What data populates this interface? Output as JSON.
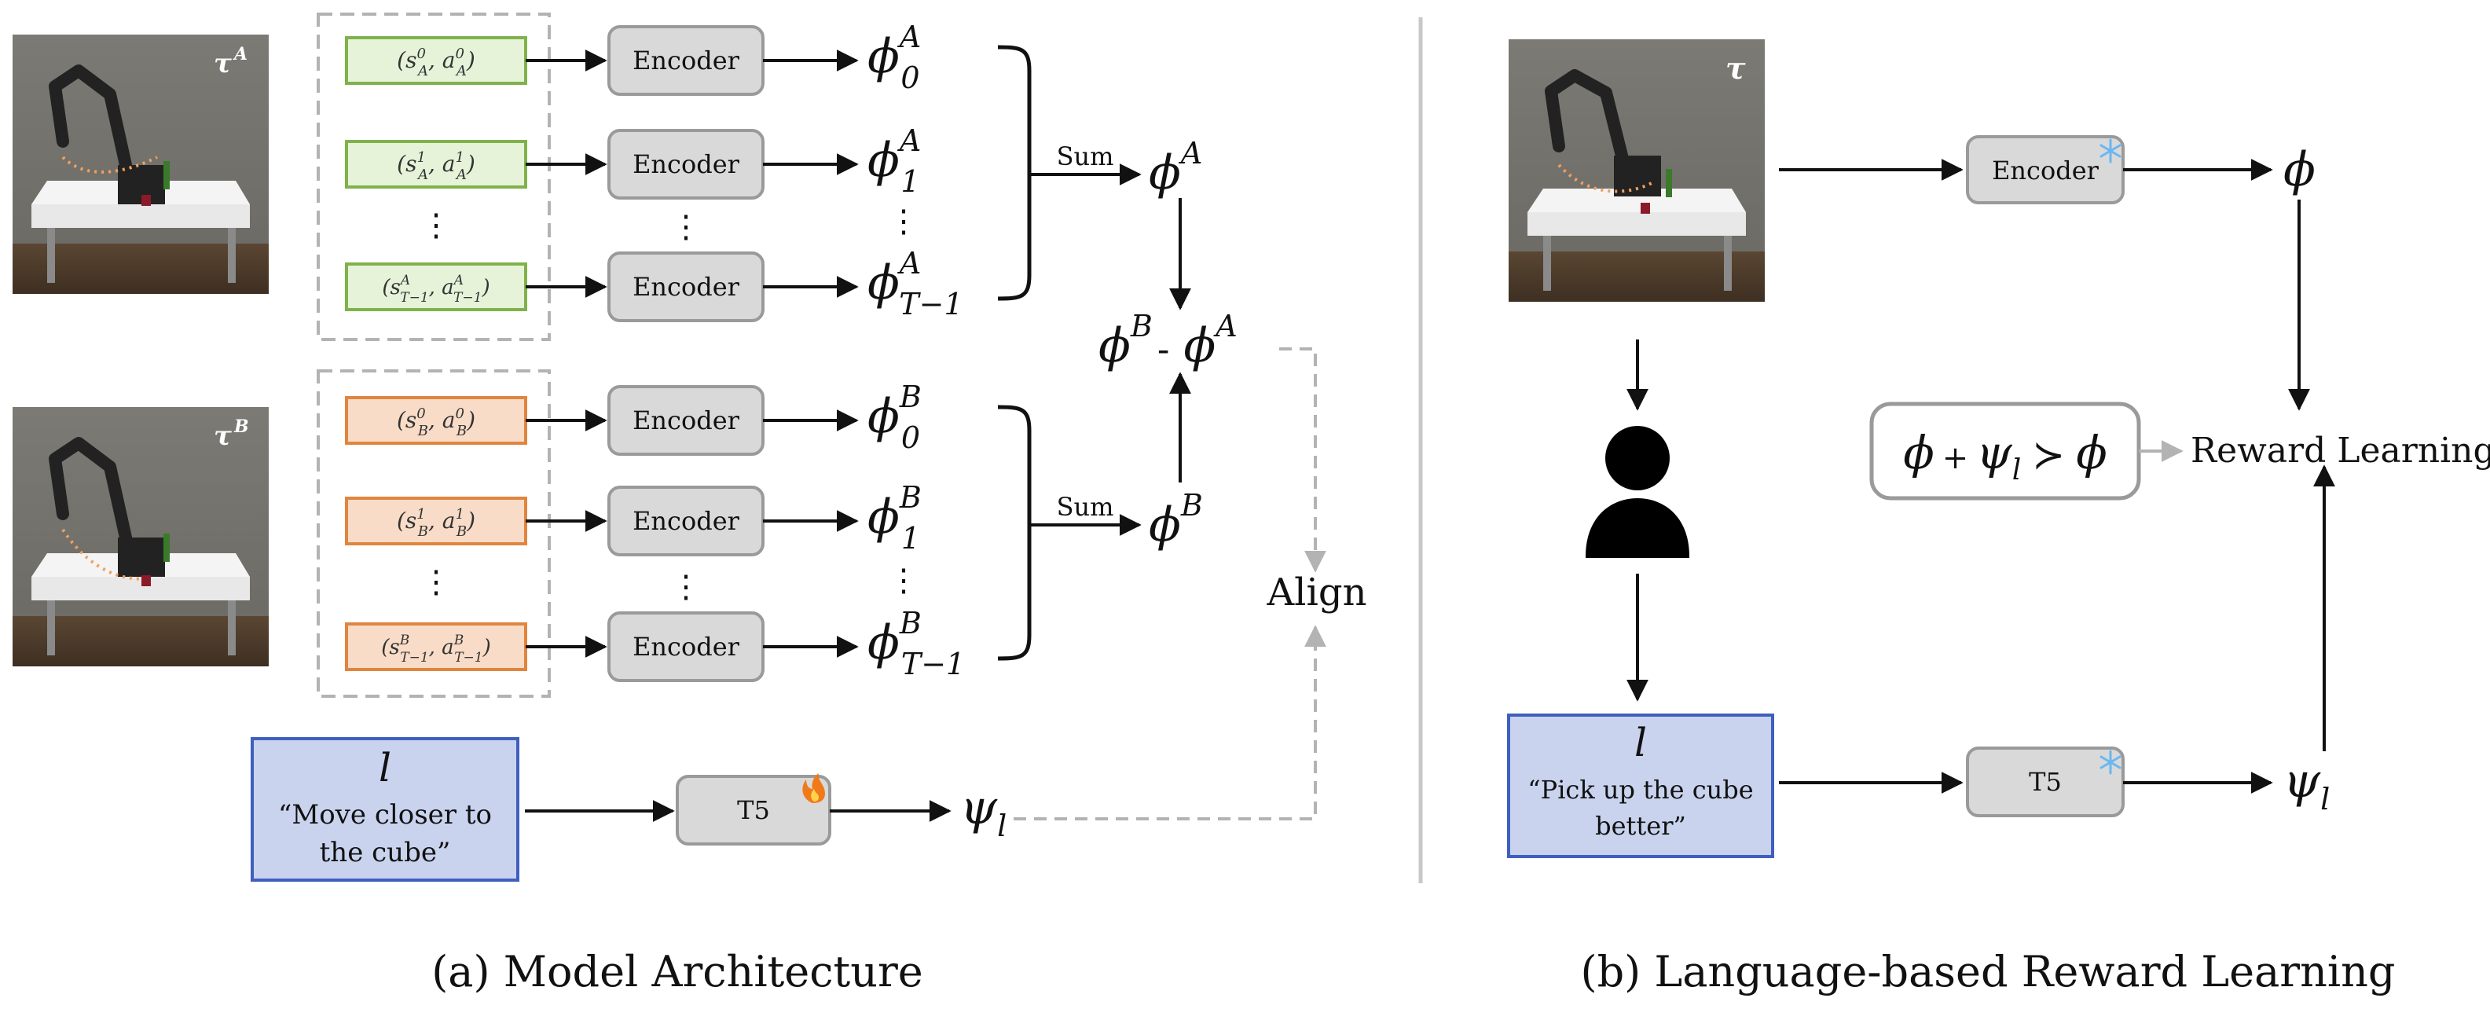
{
  "panel_a": {
    "caption": "(a) Model Architecture",
    "traj_a_label": "τ",
    "traj_a_sup": "A",
    "traj_b_label": "τ",
    "traj_b_sup": "B",
    "encoder_label": "Encoder",
    "sum_label": "Sum",
    "t5_label": "T5",
    "align_label": "Align",
    "language_var": "l",
    "language_text_line1": "“Move closer to",
    "language_text_line2": "the cube”",
    "psi_symbol": "ψ",
    "psi_sub": "l",
    "phi_symbol": "ϕ",
    "traj_a_pairs": [
      {
        "s_sup": "0",
        "s_sub": "A",
        "a_sup": "0",
        "a_sub": "A"
      },
      {
        "s_sup": "1",
        "s_sub": "A",
        "a_sup": "1",
        "a_sub": "A"
      },
      {
        "s_sup": "A",
        "s_sub": "T−1",
        "a_sup": "A",
        "a_sub": "T−1"
      }
    ],
    "traj_b_pairs": [
      {
        "s_sup": "0",
        "s_sub": "B",
        "a_sup": "0",
        "a_sub": "B"
      },
      {
        "s_sup": "1",
        "s_sub": "B",
        "a_sup": "1",
        "a_sub": "B"
      },
      {
        "s_sup": "B",
        "s_sub": "T−1",
        "a_sup": "B",
        "a_sub": "T−1"
      }
    ],
    "phi_a_outputs": [
      {
        "sup": "A",
        "sub": "0"
      },
      {
        "sup": "A",
        "sub": "1"
      },
      {
        "sup": "A",
        "sub": "T−1"
      }
    ],
    "phi_b_outputs": [
      {
        "sup": "B",
        "sub": "0"
      },
      {
        "sup": "B",
        "sub": "1"
      },
      {
        "sup": "B",
        "sub": "T−1"
      }
    ],
    "phi_a_sum_sup": "A",
    "phi_b_sum_sup": "B",
    "diff_left_sup": "B",
    "diff_minus": "-",
    "diff_right_sup": "A",
    "vertical_dots": "⋮"
  },
  "panel_b": {
    "caption": "(b) Language-based Reward Learning",
    "traj_label": "τ",
    "encoder_label": "Encoder",
    "t5_label": "T5",
    "reward_learning_label": "Reward Learning",
    "language_var": "l",
    "language_text_line1": "“Pick up the cube",
    "language_text_line2": "better”",
    "phi_symbol": "ϕ",
    "psi_symbol": "ψ",
    "psi_sub": "l",
    "pref_plus": "+",
    "pref_succ": "≻"
  },
  "colors": {
    "green_fill": "#e6f3d9",
    "green_border": "#7fb24a",
    "orange_fill": "#f9dcc7",
    "orange_border": "#e0853f",
    "lang_fill": "#c9d3ee",
    "lang_border": "#3f5fbf",
    "box_fill": "#d9d9d9",
    "box_border": "#9a9a9a",
    "dashed_gray": "#b3b3b3",
    "frozen_icon": "#6ab7f0",
    "fire_icon": "#f07a1a"
  },
  "icons": {
    "frozen": "snowflake-icon",
    "trainable": "fire-icon",
    "human": "person-icon"
  }
}
